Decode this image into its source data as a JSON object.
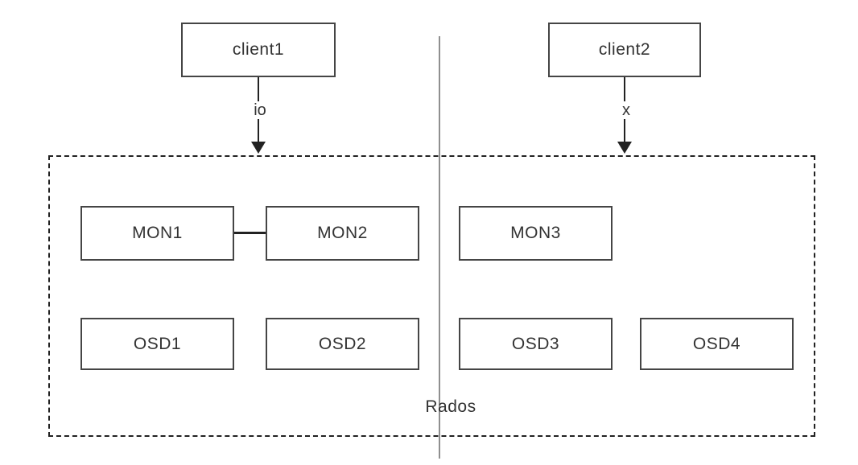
{
  "clients": [
    {
      "label": "client1",
      "arrow_label": "io"
    },
    {
      "label": "client2",
      "arrow_label": "x"
    }
  ],
  "cluster": {
    "label": "Rados",
    "mons": [
      "MON1",
      "MON2",
      "MON3"
    ],
    "osds": [
      "OSD1",
      "OSD2",
      "OSD3",
      "OSD4"
    ]
  },
  "colors": {
    "box_border": "#454545",
    "line": "#222222",
    "divider": "#8f8f8f",
    "text": "#333333"
  }
}
